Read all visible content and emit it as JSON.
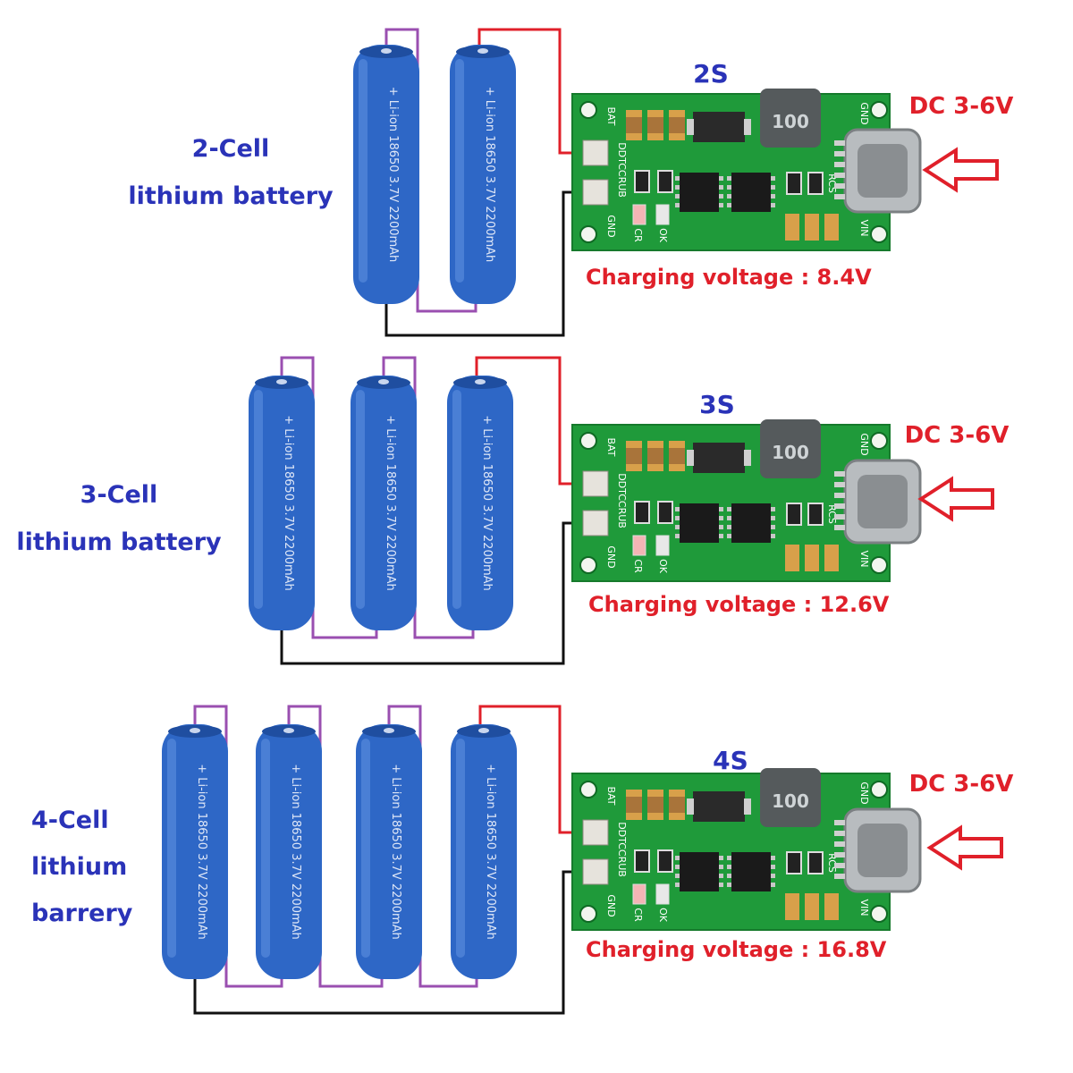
{
  "colors": {
    "background": "#ffffff",
    "label_blue": "#2a33b8",
    "label_red": "#e0202a",
    "battery_blue": "#2e67c6",
    "battery_dark": "#1f4ea0",
    "wire_red": "#e0202a",
    "wire_purple": "#9a4fb0",
    "wire_black": "#111111",
    "pcb_green": "#1f9a3a",
    "pcb_dark": "#167a2c"
  },
  "battery_text": {
    "polarity": "+",
    "chemistry": "Li-ion",
    "line": "18650 3.7V 2200mAh"
  },
  "board_labels": {
    "bat": "BAT",
    "gnd_left": "GND",
    "gnd_right": "GND",
    "vin": "VIN",
    "part_code": "DDTCCRUB",
    "rcs": "RCS",
    "cr": "CR",
    "ok": "OK",
    "inductor": "100"
  },
  "panels": [
    {
      "cell_label_lines": [
        "2-Cell",
        "lithium battery"
      ],
      "cells": 2,
      "series_label": "2S",
      "dc_input": "DC 3-6V",
      "charging_voltage": "Charging voltage : 8.4V"
    },
    {
      "cell_label_lines": [
        "3-Cell",
        "lithium battery"
      ],
      "cells": 3,
      "series_label": "3S",
      "dc_input": "DC 3-6V",
      "charging_voltage": "Charging voltage : 12.6V"
    },
    {
      "cell_label_lines": [
        "4-Cell",
        "lithium",
        "barrery"
      ],
      "cells": 4,
      "series_label": "4S",
      "dc_input": "DC 3-6V",
      "charging_voltage": "Charging voltage : 16.8V"
    }
  ],
  "icons": {
    "input_arrow": "left-arrow-icon",
    "usb_port": "usb-c-port-icon"
  }
}
